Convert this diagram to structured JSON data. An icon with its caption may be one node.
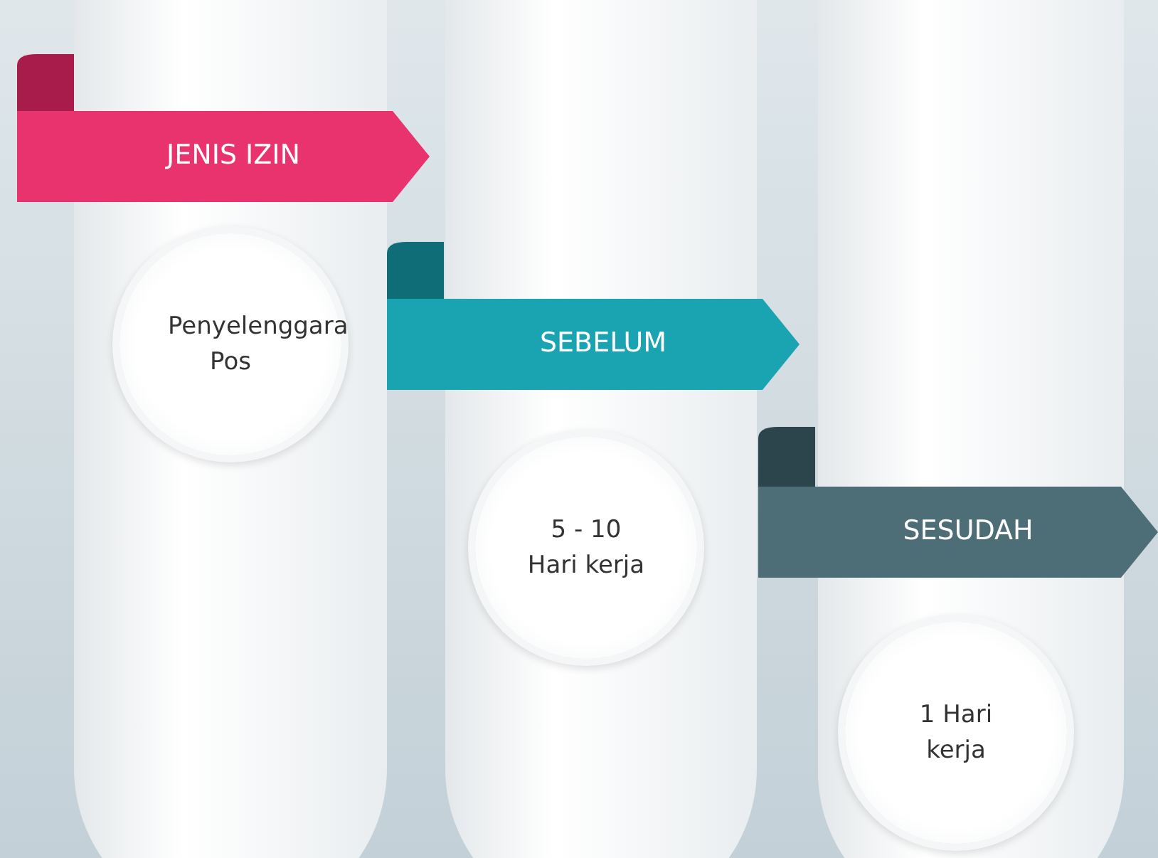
{
  "diagram": {
    "nodes": [
      {
        "text": [
          "JENIS IZIN"
        ]
      },
      {
        "text": [
          "Penyelenggara Pos"
        ]
      },
      {
        "text": [
          "SEBELUM"
        ]
      },
      {
        "text": [
          "5 - 10 Hari kerja"
        ]
      },
      {
        "text": [
          "SESUDAH"
        ]
      },
      {
        "text": [
          "1 Hari kerja"
        ]
      }
    ]
  }
}
